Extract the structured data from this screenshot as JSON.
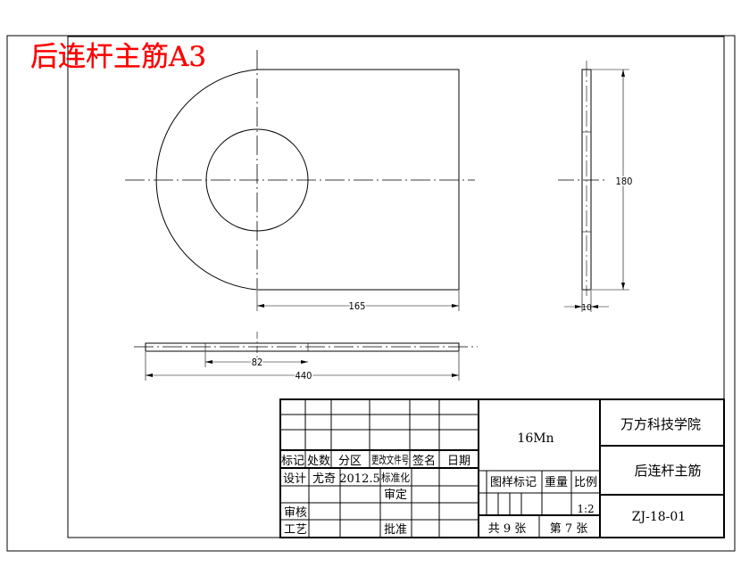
{
  "sheet_title": "后连杆主筋A3",
  "dimensions": {
    "width_165": "165",
    "height_180": "180",
    "thickness_10": "10",
    "offset_82": "82",
    "length_440": "440"
  },
  "title_block": {
    "material": "16Mn",
    "school": "万方科技学院",
    "part_name": "后连杆主筋",
    "drawing_no": "ZJ-18-01",
    "headers": {
      "mark": "标记",
      "count": "处数",
      "zone": "分区",
      "change_doc": "更改文件号",
      "sign": "签名",
      "date": "日期"
    },
    "design_label": "设计",
    "designer": "尤奇",
    "design_date": "2012.5",
    "standardize_label": "标准化",
    "review_label": "审定",
    "check_label": "审核",
    "process_label": "工艺",
    "approve_label": "批准",
    "stage_mark_label": "图样标记",
    "weight_label": "重量",
    "scale_label": "比例",
    "scale": "1:2",
    "sheets_total": "共 9 张",
    "sheet_no": "第 7 张"
  },
  "colors": {
    "title_red": "#ff0000",
    "line": "#000000"
  }
}
